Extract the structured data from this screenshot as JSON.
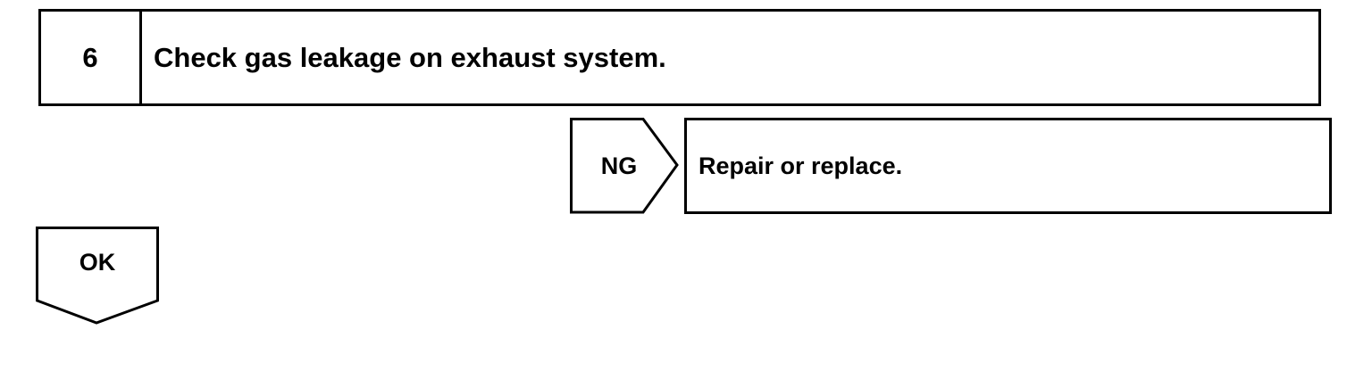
{
  "step": {
    "number": "6",
    "title": "Check gas leakage on exhaust system."
  },
  "ng_branch": {
    "label": "NG",
    "action": "Repair or replace."
  },
  "ok_branch": {
    "label": "OK"
  }
}
